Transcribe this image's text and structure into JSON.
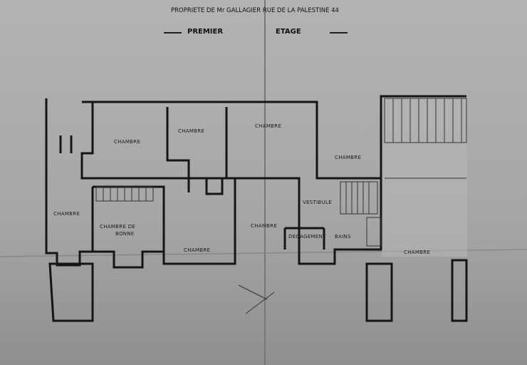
{
  "header": {
    "owner_line": "PROPRIETE DE Mr GALLAGIER  RUE DE LA PALESTINE  44",
    "floor_title_left": "PREMIER",
    "floor_title_right": "ETAGE"
  },
  "rooms": [
    {
      "label": "CHAMBRE"
    },
    {
      "label": "CHAMBRE"
    },
    {
      "label": "CHAMBRE"
    },
    {
      "label": "CHAMBRE"
    },
    {
      "label": "CHAMBRE"
    },
    {
      "label": "CHAMBRE DE"
    },
    {
      "label": "BONNE"
    },
    {
      "label": "CHAMBRE"
    },
    {
      "label": "CHAMBRE"
    },
    {
      "label": "VESTIBULE"
    },
    {
      "label": "DEGAGEMENT"
    },
    {
      "label": "BAINS"
    },
    {
      "label": "CHAMBRE"
    }
  ],
  "colors": {
    "paper": "#a9a9a9",
    "ink": "#151515"
  }
}
